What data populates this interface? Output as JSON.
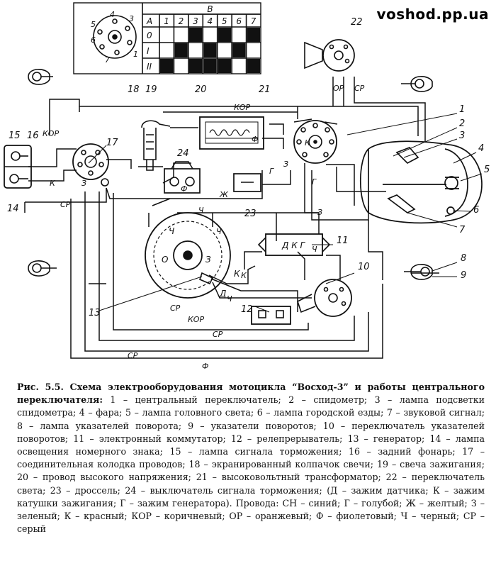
{
  "watermark": "voshod.pp.ua",
  "caption": {
    "title": "Рис. 5.5. Схема электрооборудования мотоцикла “Восход-3” и работы центрального переключателя:",
    "text": " 1 – центральный переключатель; 2 – спидометр; 3 – лампа подсветки спидометра; 4 – фара; 5 – лампа головного света; 6 – лампа городской езды; 7 – звуковой сигнал; 8 – лампа указателей поворота; 9 – указатели поворотов; 10 – переключатель указателей поворотов; 11 – электронный коммутатор; 12 – релепрерыватель; 13 – генератор; 14 – лампа освещения номерного знака; 15 – лампа сигнала торможения; 16 – задний фонарь; 17 – соединительная колодка проводов; 18 – экранированный колпачок свечи; 19 – свеча зажигания; 20 – провод высокого напряжения; 21 – высоковольтный трансформатор; 22 – переключатель света; 23 – дроссель; 24 – выключатель сигнала торможения; (Д – зажим датчика; К – зажим катушки зажигания; Г – зажим генератора). Провода: СН – синий; Г – голубой; Ж – желтый; З – зеленый; К – красный; КОР – коричневый; ОР – оранжевый; Ф – фиолетовый; Ч – черный; СР – серый"
  },
  "switch_table": {
    "row_header": "А",
    "column_header": "В",
    "columns": [
      "1",
      "2",
      "3",
      "4",
      "5",
      "6",
      "7"
    ],
    "rows": [
      {
        "label": "0",
        "filled": [
          false,
          false,
          true,
          false,
          true,
          false,
          true
        ]
      },
      {
        "label": "I",
        "filled": [
          false,
          true,
          false,
          true,
          false,
          true,
          false
        ]
      },
      {
        "label": "II",
        "filled": [
          true,
          false,
          true,
          true,
          true,
          false,
          true
        ]
      }
    ],
    "dial_labels": [
      "4",
      "3",
      "5",
      "6",
      "7",
      "1"
    ]
  },
  "component_labels": [
    "1",
    "2",
    "3",
    "4",
    "5",
    "6",
    "7",
    "8",
    "9",
    "10",
    "11",
    "12",
    "13",
    "14",
    "15",
    "16",
    "17",
    "18",
    "19",
    "20",
    "21",
    "22",
    "23",
    "24"
  ],
  "wire_labels": [
    "КОР",
    "КОР",
    "КОР",
    "СР",
    "СР",
    "СР",
    "СР",
    "Ф",
    "Ф",
    "Ф",
    "Ж",
    "З",
    "З",
    "З",
    "К",
    "К",
    "К",
    "Г",
    "Г",
    "ОР",
    "Ч",
    "Ч",
    "Ч",
    "СР"
  ],
  "module_labels": {
    "commutator": "Д К Г",
    "generator_o": "О",
    "generator_ch": "Ч",
    "generator_z": "З",
    "generator_k": "К",
    "generator_d": "Д"
  },
  "generator_ch_label": "Ч"
}
